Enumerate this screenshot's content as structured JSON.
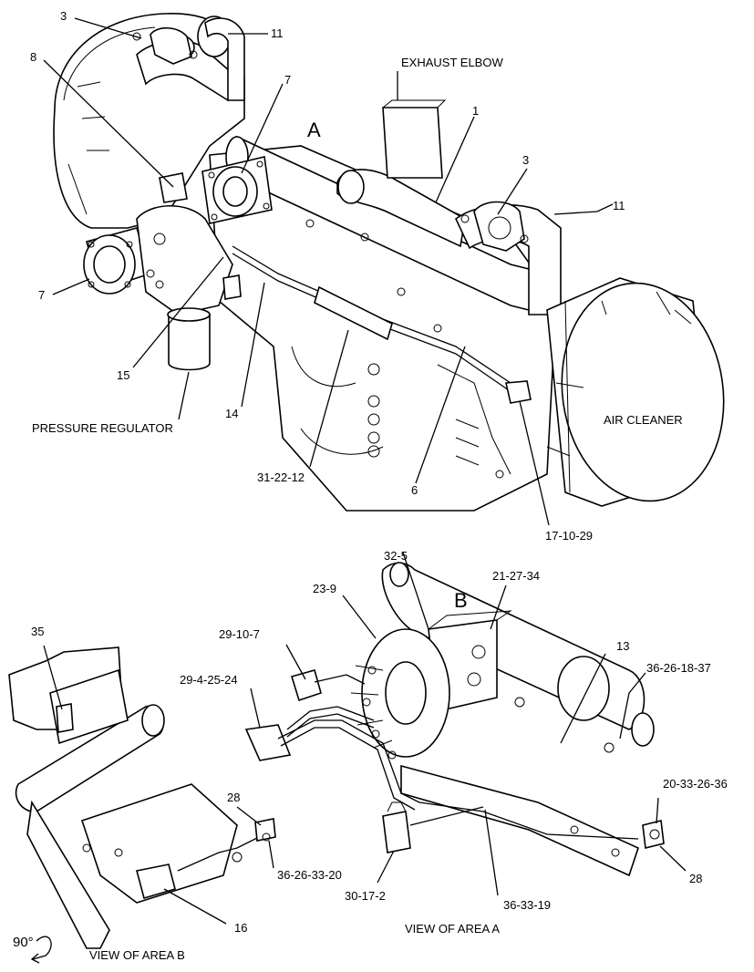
{
  "labels": {
    "pressure_regulator": "PRESSURE REGULATOR",
    "exhaust_elbow": "EXHAUST ELBOW",
    "air_cleaner": "AIR CLEANER",
    "view_area_a": "VIEW OF AREA  A",
    "view_area_b": "VIEW OF AREA  B",
    "area_a": "A",
    "area_b": "B",
    "rotation": "90°"
  },
  "callouts": {
    "c1": "1",
    "c3_left": "3",
    "c3_right": "3",
    "c6": "6",
    "c7_top": "7",
    "c7_left": "7",
    "c8": "8",
    "c11_top": "11",
    "c11_right": "11",
    "c13": "13",
    "c14": "14",
    "c15": "15",
    "c16": "16",
    "c17_10_29": "17-10-29",
    "c20_33_26_36": "20-33-26-36",
    "c21_27_34": "21-27-34",
    "c23_9": "23-9",
    "c28_left": "28",
    "c28_right": "28",
    "c29_4_25_24": "29-4-25-24",
    "c29_10_7": "29-10-7",
    "c30_17_2": "30-17-2",
    "c31_22_12": "31-22-12",
    "c32_5": "32-5",
    "c35": "35",
    "c36_26_18_37": "36-26-18-37",
    "c36_26_33_20": "36-26-33-20",
    "c36_33_19": "36-33-19"
  }
}
